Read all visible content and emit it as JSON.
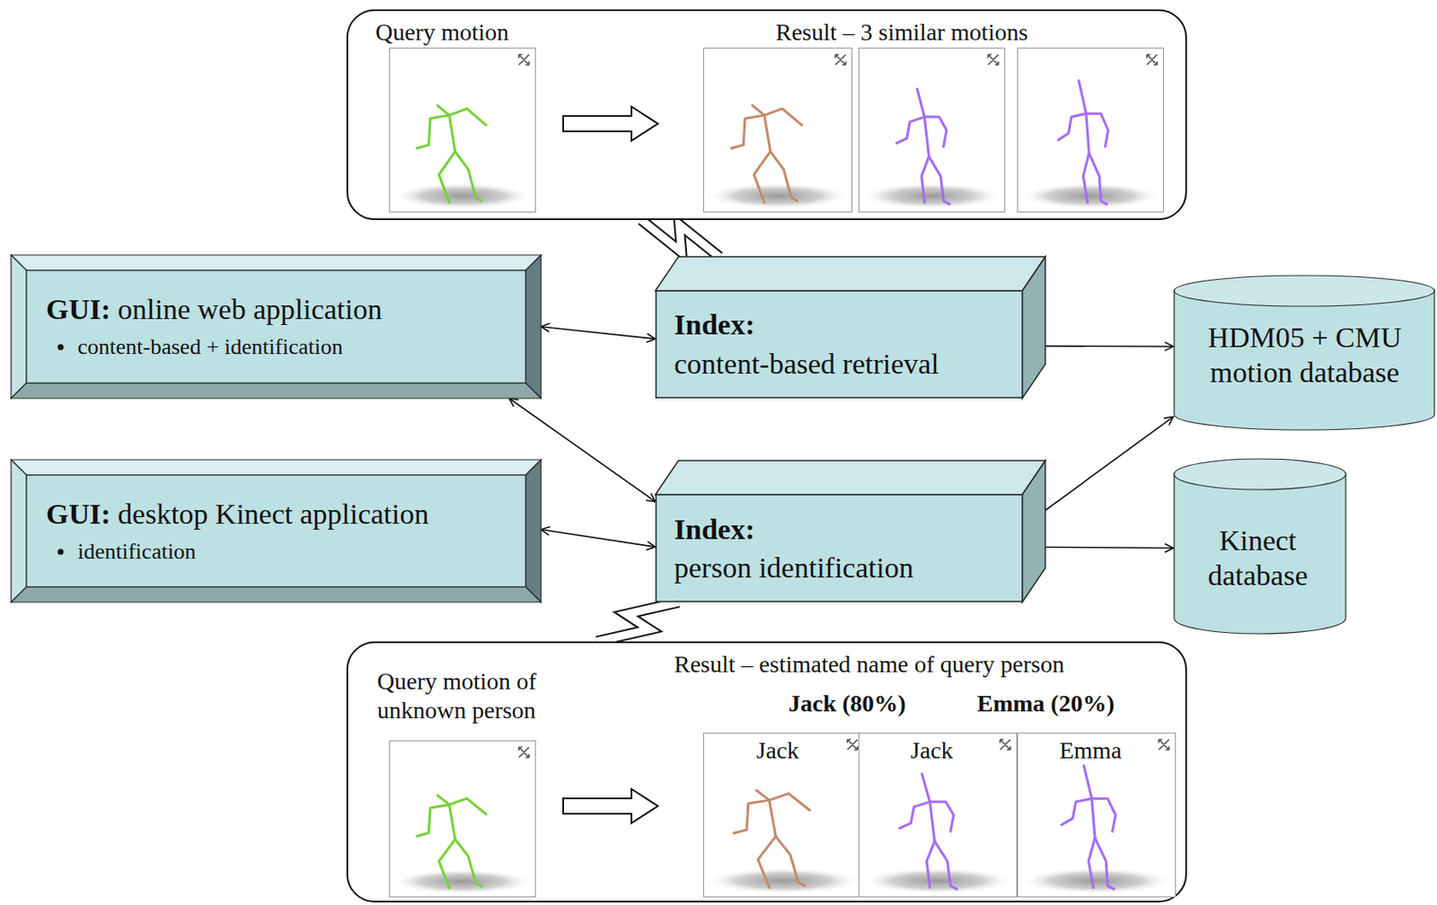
{
  "diagram": {
    "nodes": [
      {
        "text": [
          "Query motion",
          "Result – 3 similar motions"
        ]
      },
      {
        "text": [
          "GUI:",
          "online web application",
          "content-based + identification"
        ]
      },
      {
        "text": [
          "Index:",
          "content-based retrieval"
        ]
      },
      {
        "text": [
          "HDM05 + CMU motion database"
        ]
      },
      {
        "text": [
          "GUI:",
          "desktop Kinect application",
          "identification"
        ]
      },
      {
        "text": [
          "Index:",
          "person identification"
        ]
      },
      {
        "text": [
          "Kinect database"
        ]
      },
      {
        "text": [
          "Query motion of unknown person",
          "Result – estimated name of query person",
          "Jack (80%)",
          "Emma (20%)"
        ]
      },
      {
        "text": [
          "Jack"
        ],
        "in": 7
      },
      {
        "text": [
          "Jack"
        ],
        "in": 7
      },
      {
        "text": [
          "Emma"
        ],
        "in": 7
      }
    ],
    "edges": [
      {
        "from": 1,
        "to": 2,
        "arrow": "both"
      },
      {
        "from": 2,
        "to": 3,
        "arrow": "both"
      },
      {
        "from": 1,
        "to": 5,
        "arrow": "both"
      },
      {
        "from": 4,
        "to": 5,
        "arrow": "both"
      },
      {
        "from": 5,
        "to": 3,
        "arrow": "both"
      },
      {
        "from": 5,
        "to": 6,
        "arrow": "both"
      },
      {
        "from": 2,
        "to": 0,
        "arrow": "none"
      },
      {
        "from": 5,
        "to": 7,
        "arrow": "none"
      }
    ]
  }
}
